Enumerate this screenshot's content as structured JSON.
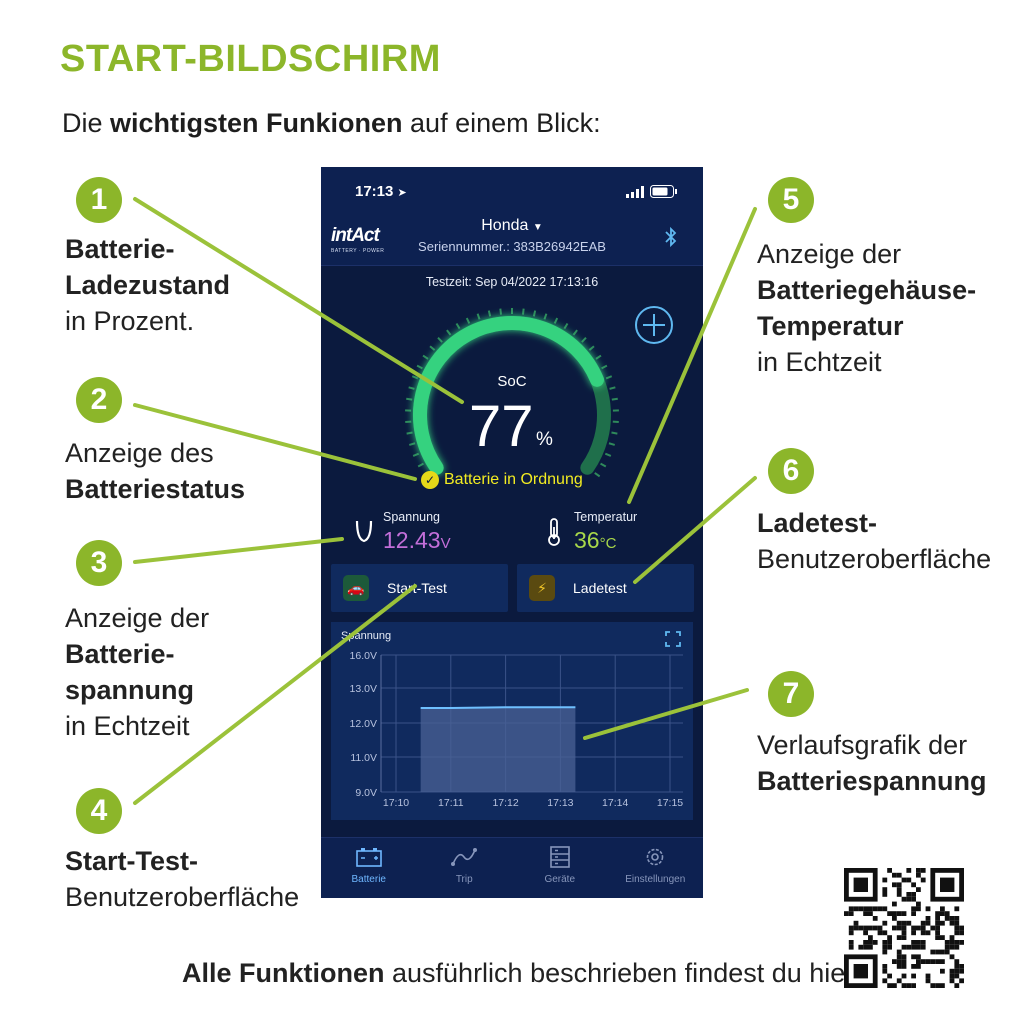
{
  "title": "START-BILDSCHIRM",
  "subtitle": {
    "pre": "Die ",
    "bold": "wichtigsten Funkionen",
    "post": " auf einem Blick:"
  },
  "annotations": [
    {
      "num": "1",
      "lines": [
        {
          "text": "Batterie-",
          "bold": true
        },
        {
          "text": "Ladezustand",
          "bold": true
        },
        {
          "text": "in Prozent.",
          "bold": false
        }
      ]
    },
    {
      "num": "2",
      "lines": [
        {
          "text": "Anzeige des",
          "bold": false
        },
        {
          "text": "Batteriestatus",
          "bold": true
        }
      ]
    },
    {
      "num": "3",
      "lines": [
        {
          "text": "Anzeige der",
          "bold": false
        },
        {
          "text": "Batterie-",
          "bold": true
        },
        {
          "text": "spannung",
          "bold": true
        },
        {
          "text": "in Echtzeit",
          "bold": false
        }
      ]
    },
    {
      "num": "4",
      "lines": [
        {
          "text": "Start-Test-",
          "bold": true
        },
        {
          "text": "Benutzeroberfläche",
          "bold": false
        }
      ]
    },
    {
      "num": "5",
      "lines": [
        {
          "text": "Anzeige der",
          "bold": false
        },
        {
          "text": "Batteriegehäuse-",
          "bold": true
        },
        {
          "text": "Temperatur",
          "bold": true
        },
        {
          "text": "in Echtzeit",
          "bold": false
        }
      ]
    },
    {
      "num": "6",
      "lines": [
        {
          "text": "Ladetest-",
          "bold": true
        },
        {
          "text": "Benutzeroberfläche",
          "bold": false
        }
      ]
    },
    {
      "num": "7",
      "lines": [
        {
          "text": "Verlaufsgrafik der",
          "bold": false
        },
        {
          "text": "Batteriespannung",
          "bold": true
        }
      ]
    }
  ],
  "app": {
    "status_time": "17:13",
    "logo": "intAct",
    "logo_sub": "BATTERY · POWER",
    "device_name": "Honda",
    "serial": "Seriennummer.: 383B26942EAB",
    "test_time": "Testzeit: Sep 04/2022 17:13:16",
    "soc_label": "SoC",
    "soc_value": "77",
    "soc_unit": "%",
    "soc_percent": 77,
    "battery_status": "Batterie in Ordnung",
    "voltage_label": "Spannung",
    "voltage_value": "12.43",
    "voltage_unit": "V",
    "temp_label": "Temperatur",
    "temp_value": "36",
    "temp_unit": "°C",
    "start_test_label": "Start-Test",
    "charge_test_label": "Ladetest",
    "tabs": [
      {
        "label": "Batterie",
        "icon": "battery-icon",
        "active": true
      },
      {
        "label": "Trip",
        "icon": "trip-icon",
        "active": false
      },
      {
        "label": "Geräte",
        "icon": "devices-icon",
        "active": false
      },
      {
        "label": "Einstellungen",
        "icon": "gear-icon",
        "active": false
      }
    ],
    "colors": {
      "accent_green": "#8cb62a",
      "status_yellow": "#f2ec22",
      "voltage_purple": "#c36fd9",
      "temp_green": "#a8d84a",
      "tab_active": "#6fb7ff"
    }
  },
  "chart_data": {
    "type": "line",
    "title": "Spannung",
    "x": [
      "17:10",
      "17:11",
      "17:12",
      "17:13",
      "17:14",
      "17:15"
    ],
    "yticks": [
      "9.0V",
      "11.0V",
      "12.0V",
      "13.0V",
      "16.0V"
    ],
    "series": [
      {
        "name": "Spannung",
        "values": [
          null,
          12.43,
          12.45,
          12.45,
          null,
          null
        ]
      }
    ],
    "ylim": [
      9,
      16
    ],
    "grid": true
  },
  "footer": {
    "bold": "Alle Funktionen",
    "rest": " ausführlich beschrieben findest du hier:"
  }
}
